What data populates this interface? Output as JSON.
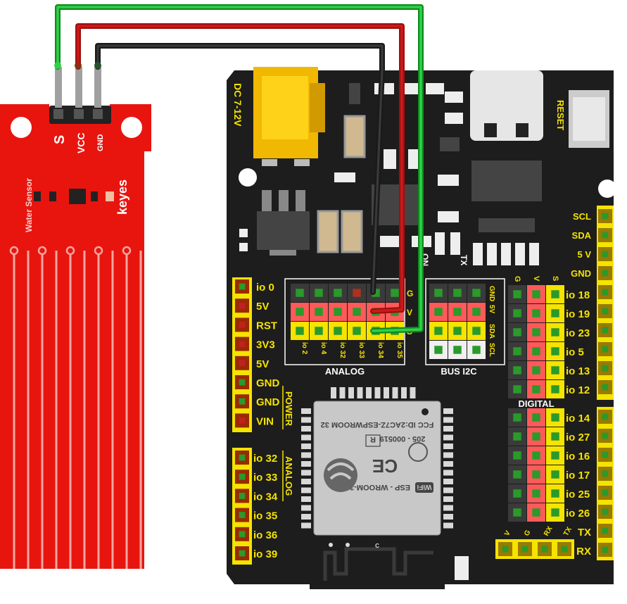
{
  "sensor": {
    "pin_s": "S",
    "pin_vcc": "VCC",
    "pin_gnd": "GND",
    "name": "Water Sensor",
    "brand": "keyes"
  },
  "board": {
    "dc_label": "DC 7-12V",
    "reset_label": "RESET",
    "on_label": "ON",
    "tx_led_label": "TX",
    "power_section": "POWER",
    "analog_side_section": "ANALOG",
    "left_power_pins": [
      "io 0",
      "5V",
      "RST",
      "3V3",
      "5V",
      "GND",
      "GND",
      "VIN"
    ],
    "left_analog_pins": [
      "io 32",
      "io 33",
      "io 34",
      "io 35",
      "io 36",
      "io 39"
    ],
    "analog_block": {
      "row_labels": [
        "G",
        "V",
        "S"
      ],
      "pins": [
        "io 2",
        "io 4",
        "io 32",
        "io 33",
        "io 34",
        "io 35"
      ],
      "title": "ANALOG"
    },
    "i2c_block": {
      "pins": [
        "GND",
        "5V",
        "SDA",
        "SCL"
      ],
      "title": "BUS I2C"
    },
    "right_top_pins": [
      "SCL",
      "SDA",
      "5 V",
      "GND"
    ],
    "digital_block": {
      "col_labels": [
        "G",
        "V",
        "S"
      ],
      "pins_a": [
        "io 18",
        "io 19",
        "io 23",
        "io 5",
        "io 13",
        "io 12"
      ],
      "title": "DIGITAL",
      "pins_b": [
        "io 14",
        "io 27",
        "io 16",
        "io 17",
        "io 25",
        "io 26"
      ]
    },
    "serial_pins": [
      "TX",
      "RX"
    ],
    "serial_header_labels": [
      "V",
      "G",
      "RX",
      "TX"
    ],
    "module": {
      "fcc": "FCC ID:2AC7Z-ESPWROOM 32",
      "cert": "205 - 000519",
      "r_mark": "R",
      "ce": "CE",
      "wifi": "WiFi",
      "model": "ESP - WROOM-32",
      "antenna_c": "C"
    }
  },
  "colors": {
    "wire_signal": "#1aaa2a",
    "wire_power": "#c41a1a",
    "wire_ground": "#1a1a1a",
    "sensor_red": "#e8150f",
    "board_black": "#1d1d1d",
    "header_yellow": "#f5e300",
    "label_yellow": "#f5e300",
    "pin_red": "#e84545"
  }
}
